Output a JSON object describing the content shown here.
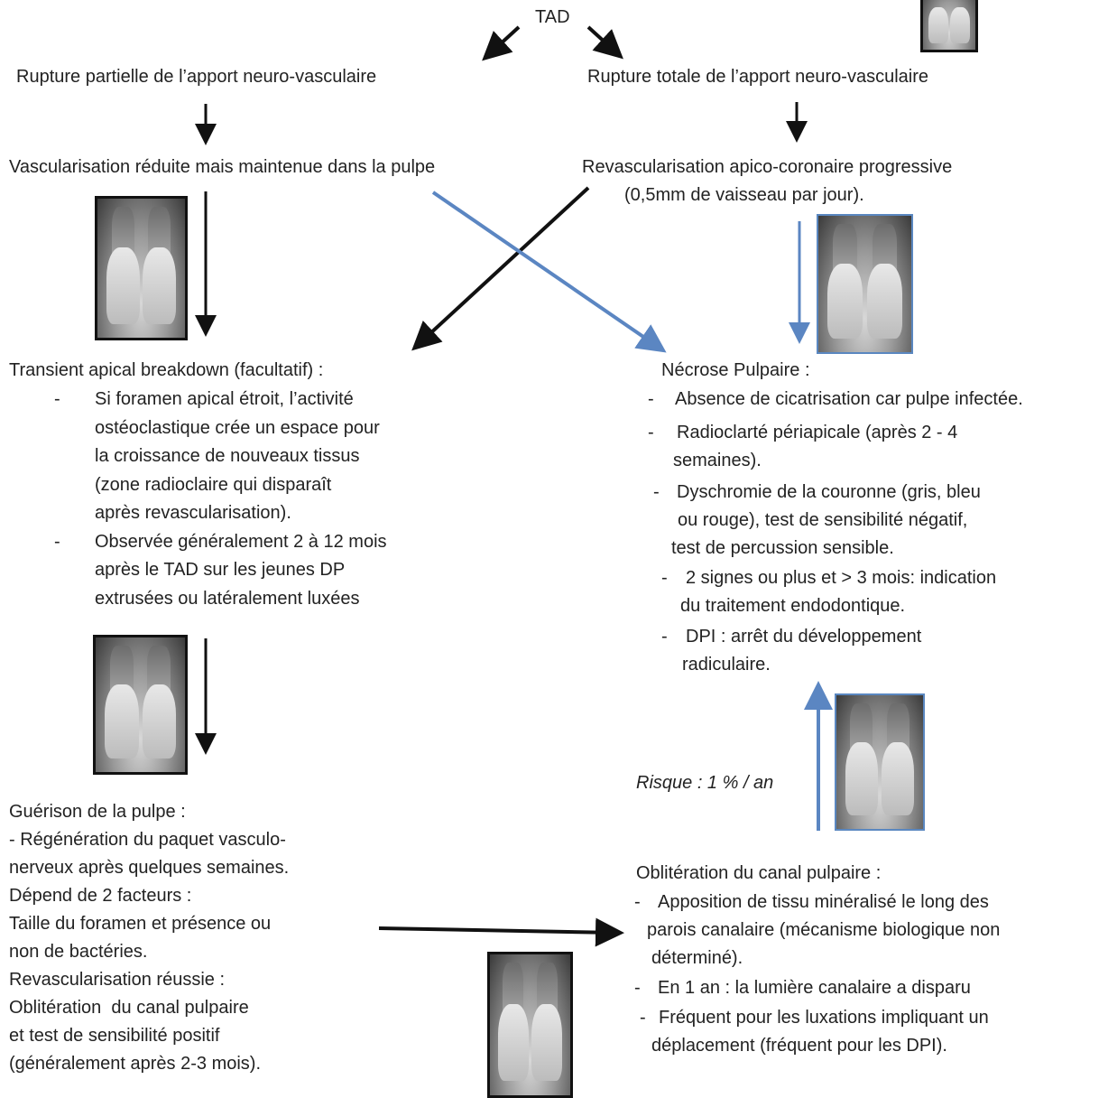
{
  "root": "TAD",
  "left_branch": {
    "title": "Rupture partielle de l’apport neuro-vasculaire",
    "step": "Vascularisation réduite mais maintenue dans la pulpe"
  },
  "right_branch": {
    "title": "Rupture totale de l’apport neuro-vasculaire",
    "step_lines": [
      "Revascularisation apico-coronaire progressive",
      "(0,5mm de vaisseau par jour)."
    ]
  },
  "transient": {
    "title": "Transient apical breakdown (facultatif) :",
    "items": [
      {
        "dash": "-",
        "lines": [
          "Si foramen apical étroit, l’activité",
          "ostéoclastique crée un espace pour",
          "la croissance de nouveaux tissus",
          "(zone radioclaire qui disparaît",
          "après revascularisation)."
        ]
      },
      {
        "dash": "-",
        "lines": [
          "Observée généralement 2 à 12 mois",
          "après le TAD sur les jeunes DP",
          "extrusées ou latéralement luxées"
        ]
      }
    ]
  },
  "necrose": {
    "title": "Nécrose Pulpaire :",
    "items": [
      {
        "dash": "-",
        "lines": [
          "Absence de cicatrisation car pulpe infectée."
        ]
      },
      {
        "dash": "-",
        "lines": [
          "Radioclarté périapicale (après 2 - 4",
          "semaines)."
        ]
      },
      {
        "dash": "-",
        "lines": [
          "Dyschromie de la couronne (gris, bleu",
          "ou rouge), test de sensibilité négatif,",
          "test de percussion sensible."
        ]
      },
      {
        "dash": "-",
        "lines": [
          "2 signes ou plus et > 3 mois: indication",
          "du traitement endodontique."
        ]
      },
      {
        "dash": "-",
        "lines": [
          "DPI : arrêt du développement",
          "radiculaire."
        ]
      }
    ]
  },
  "risk": "Risque : 1 % / an",
  "guerison": {
    "lines": [
      "Guérison de la pulpe :",
      "- Régénération du paquet vasculo-",
      "nerveux après quelques semaines.",
      "Dépend de 2 facteurs :",
      "Taille du foramen et présence ou",
      "non de bactéries.",
      "Revascularisation réussie :",
      "Oblitération  du canal pulpaire",
      "et test de sensibilité positif",
      "(généralement après 2-3 mois)."
    ]
  },
  "obliteration": {
    "title": "Oblitération du canal pulpaire :",
    "items": [
      {
        "dash": "-",
        "lines": [
          "Apposition de tissu minéralisé le long des",
          "parois canalaire (mécanisme biologique non",
          "déterminé)."
        ]
      },
      {
        "dash": "-",
        "lines": [
          "En 1 an : la lumière canalaire a disparu"
        ]
      },
      {
        "dash": "-",
        "lines": [
          "Fréquent pour les luxations impliquant un",
          "déplacement (fréquent pour les DPI)."
        ]
      }
    ]
  },
  "colors": {
    "black_arrow": "#111111",
    "blue_arrow": "#5b86c2"
  }
}
